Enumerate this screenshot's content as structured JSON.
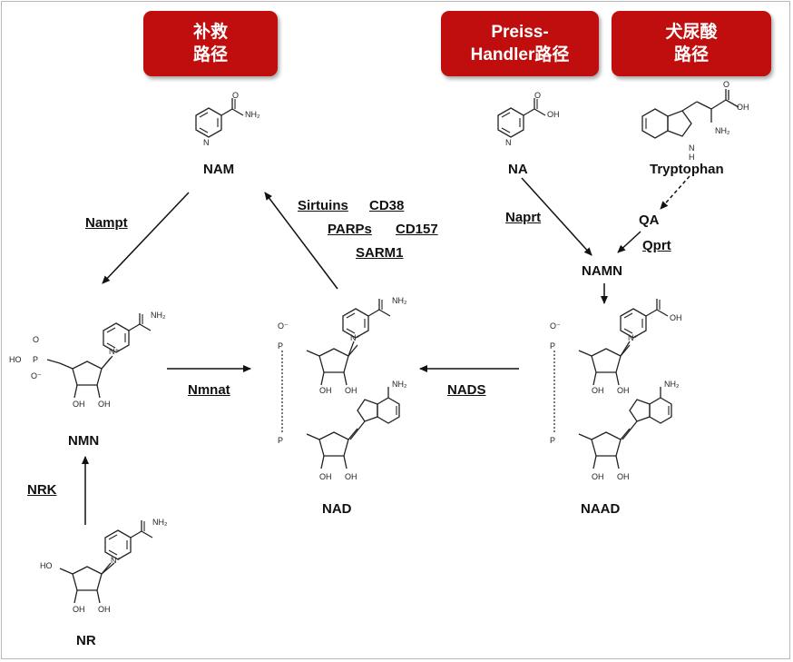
{
  "pathways": {
    "salvage": {
      "line1": "补救",
      "line2": "路径"
    },
    "preiss_handler": {
      "line1": "Preiss-",
      "line2": "Handler路径"
    },
    "kynurenine": {
      "line1": "犬尿酸",
      "line2": "路径"
    }
  },
  "compounds": {
    "nam": "NAM",
    "na": "NA",
    "tryptophan": "Tryptophan",
    "qa": "QA",
    "namn": "NAMN",
    "nmn": "NMN",
    "nad": "NAD",
    "naad": "NAAD",
    "nr": "NR"
  },
  "enzymes": {
    "nampt": "Nampt",
    "naprt": "Naprt",
    "qprt": "Qprt",
    "nmnat": "Nmnat",
    "nads": "NADS",
    "nrk": "NRK",
    "sirtuins": "Sirtuins",
    "cd38": "CD38",
    "parps": "PARPs",
    "cd157": "CD157",
    "sarm1": "SARM1"
  },
  "atom_labels": {
    "nh2": "NH₂",
    "oh": "OH",
    "n": "N",
    "o": "O",
    "p": "P",
    "ho": "HO",
    "o_minus": "O⁻",
    "n_plus": "N⁺",
    "h": "H"
  }
}
